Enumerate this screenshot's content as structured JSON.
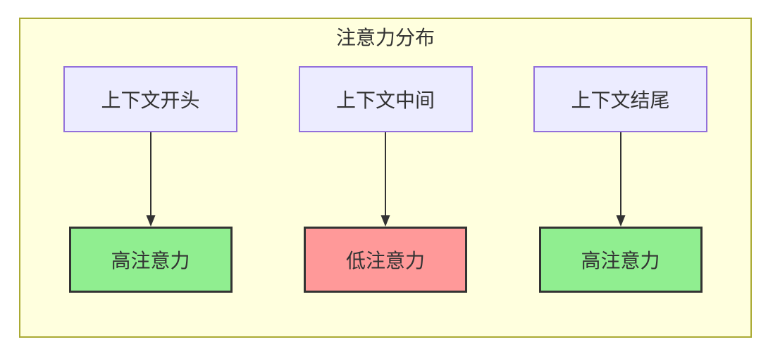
{
  "diagram": {
    "title": "注意力分布",
    "columns": [
      {
        "source": "上下文开头",
        "target": "高注意力",
        "attention": "high"
      },
      {
        "source": "上下文中间",
        "target": "低注意力",
        "attention": "low"
      },
      {
        "source": "上下文结尾",
        "target": "高注意力",
        "attention": "high"
      }
    ]
  },
  "colors": {
    "canvas_bg": "#ffffff",
    "group_fill": "#ffffde",
    "group_border": "#aaaa33",
    "source_fill": "#ececff",
    "source_border": "#9370db",
    "high_fill": "#90ee90",
    "low_fill": "#ff9999",
    "stroke_dark": "#333333",
    "text": "#333333"
  }
}
